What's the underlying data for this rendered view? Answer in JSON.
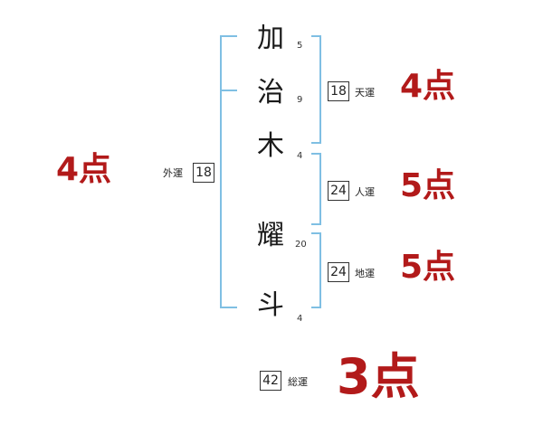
{
  "name_chars": [
    {
      "char": "加",
      "strokes": "5"
    },
    {
      "char": "治",
      "strokes": "9"
    },
    {
      "char": "木",
      "strokes": "4"
    },
    {
      "char": "耀",
      "strokes": "20"
    },
    {
      "char": "斗",
      "strokes": "4"
    }
  ],
  "gaiun": {
    "label": "外運",
    "value": "18",
    "score": "4点"
  },
  "tenun": {
    "label": "天運",
    "value": "18",
    "score": "4点"
  },
  "jinun": {
    "label": "人運",
    "value": "24",
    "score": "5点"
  },
  "chiun": {
    "label": "地運",
    "value": "24",
    "score": "5点"
  },
  "souun": {
    "label": "総運",
    "value": "42",
    "score": "3点"
  },
  "colors": {
    "bracket": "#7fbfe3",
    "score": "#b21a1a"
  }
}
